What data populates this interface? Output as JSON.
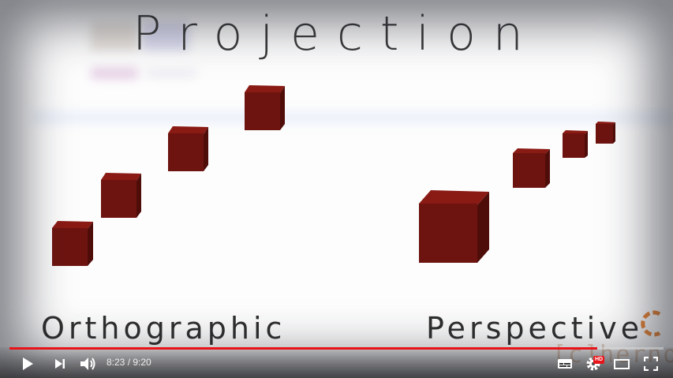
{
  "video": {
    "title_text": "Projection",
    "left_label": "Orthographic",
    "right_label": "Perspective",
    "watermark": "[c]herno",
    "cube_color": "#6e1410",
    "cube_top": "#8a1a14",
    "cube_side": "#4f0d0a",
    "accent": "#e8141a",
    "logo_color": "#e8863a"
  },
  "player": {
    "current_time": "8:23",
    "separator": " / ",
    "duration": "9:20",
    "progress": 0.899,
    "time_display": "8:23 / 9:20",
    "hd_badge": "HD"
  },
  "icons": {
    "play": "play-icon",
    "next": "next-icon",
    "volume": "volume-icon",
    "subtitles": "subtitles-icon",
    "settings": "gear-icon",
    "theater": "theater-mode-icon",
    "fullscreen": "fullscreen-icon"
  }
}
